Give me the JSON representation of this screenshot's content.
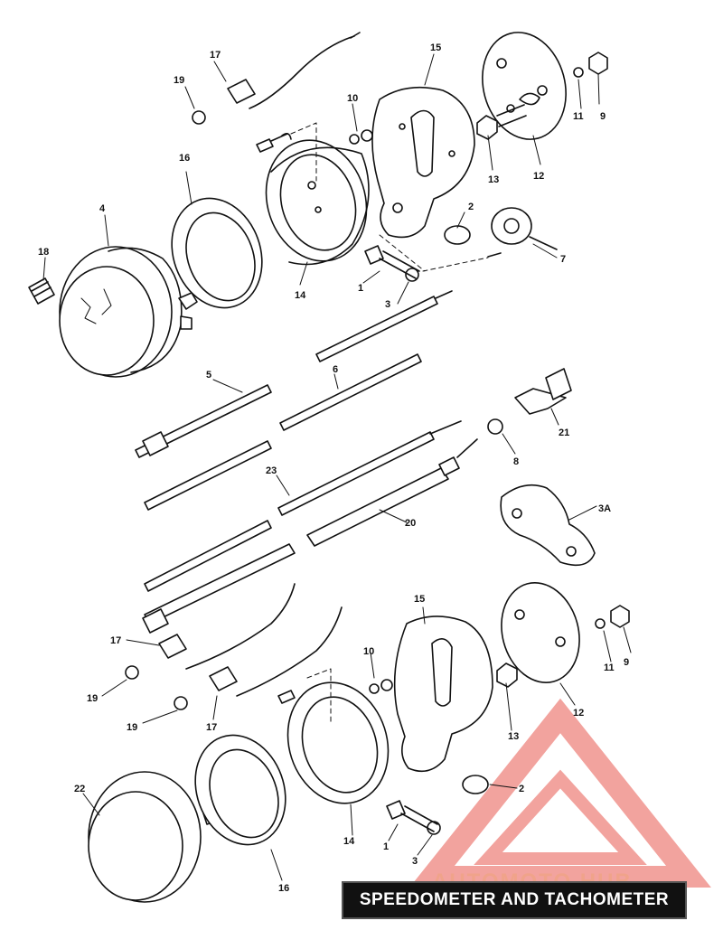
{
  "title": "SPEEDOMETER AND TACHOMETER",
  "watermark": "AUTOMOTO HUB",
  "colors": {
    "line": "#111111",
    "watermark": "#e8584f",
    "caption_bg": "#111111",
    "caption_text": "#ffffff"
  },
  "callouts": {
    "c17a": "17",
    "c19a": "19",
    "c15a": "15",
    "c10a": "10",
    "c11a": "11",
    "c9a": "9",
    "c13a": "13",
    "c12a": "12",
    "c16a": "16",
    "c4": "4",
    "c18": "18",
    "c14a": "14",
    "c2a": "2",
    "c7": "7",
    "c1a": "1",
    "c3a": "3",
    "c5": "5",
    "c6": "6",
    "c21": "21",
    "c8": "8",
    "c23": "23",
    "c3A": "3A",
    "c20": "20",
    "c15b": "15",
    "c17b": "17",
    "c10b": "10",
    "c11b": "11",
    "c9b": "9",
    "c19b": "19",
    "c19c": "19",
    "c17c": "17",
    "c13b": "13",
    "c12b": "12",
    "c22": "22",
    "c2b": "2",
    "c14b": "14",
    "c1b": "1",
    "c3b": "3",
    "c16b": "16"
  }
}
